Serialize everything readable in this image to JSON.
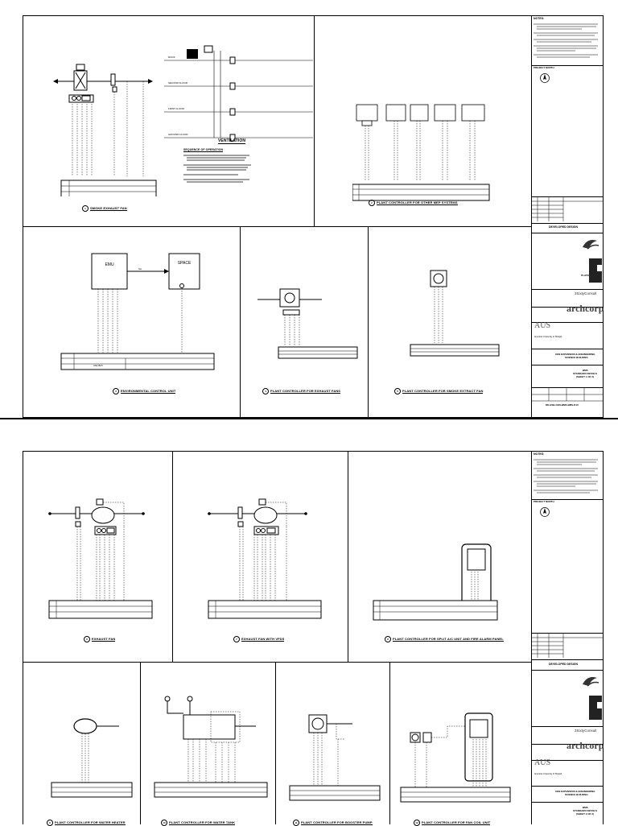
{
  "sheet1": {
    "diagrams": [
      {
        "caption": "SMOKE EXHAUST FAN"
      },
      {
        "caption": "PLANT CONTROLLER FOR OTHER MEP SYSTEMS"
      },
      {
        "caption": "ENVIRONMENTAL CONTROL UNIT"
      },
      {
        "caption": "PLANT CONTROLLER FOR EXHAUST FANS"
      },
      {
        "caption": "PLANT CONTROLLER FOR SMOKE EXTRACT FAN"
      }
    ],
    "ventilation_title": "VENTILATION",
    "ventilation_notes_title": "SEQUENCE OF OPERATION",
    "levels": [
      "ROOF",
      "SECOND FLOOR",
      "FIRST FLOOR",
      "GROUND FLOOR"
    ],
    "ecu_label": "EMU",
    "space_label": "SPACE",
    "sa_label": "SA",
    "vav_label": "VAV-BAY"
  },
  "sheet2": {
    "diagrams": [
      {
        "caption": "EXHAUST FAN"
      },
      {
        "caption": "EXHAUST FAN WITH VFDS"
      },
      {
        "caption": "PLANT CONTROLLER FOR SPLIT A/C UNIT AND FIRE ALARM PANEL"
      },
      {
        "caption": "PLANT CONTROLLER FOR WATER HEATER"
      },
      {
        "caption": "PLANT CONTROLLER FOR WATER TANK"
      },
      {
        "caption": "PLANT CONTROLLER FOR BOOSTER PUMP"
      },
      {
        "caption": "PLANT CONTROLLER FOR FAN COIL UNIT"
      }
    ]
  },
  "titleblock": {
    "notes_heading": "NOTES:",
    "project_north": "PROJECT NORTH",
    "issue_status": "DEVELOPED DESIGN",
    "platinum": "PLATINUM",
    "consultant": "3SixtyConsult",
    "architect": "archcorp",
    "university": "AUS",
    "university_full": "American University of Sharjah",
    "project_name_1": "CEN EXPANSION & ENGINEERING",
    "project_name_2": "SCIENCE BUILDING",
    "discipline": "BMS",
    "drawing_title_1": "STANDARD DETAILS",
    "drawing_title_2a": "(SHEET 1 OF 2)",
    "drawing_title_2b": "(SHEET 2 OF 2)",
    "drawing_number": "DD-ESB-CEN-BMS-BMS-D10"
  }
}
